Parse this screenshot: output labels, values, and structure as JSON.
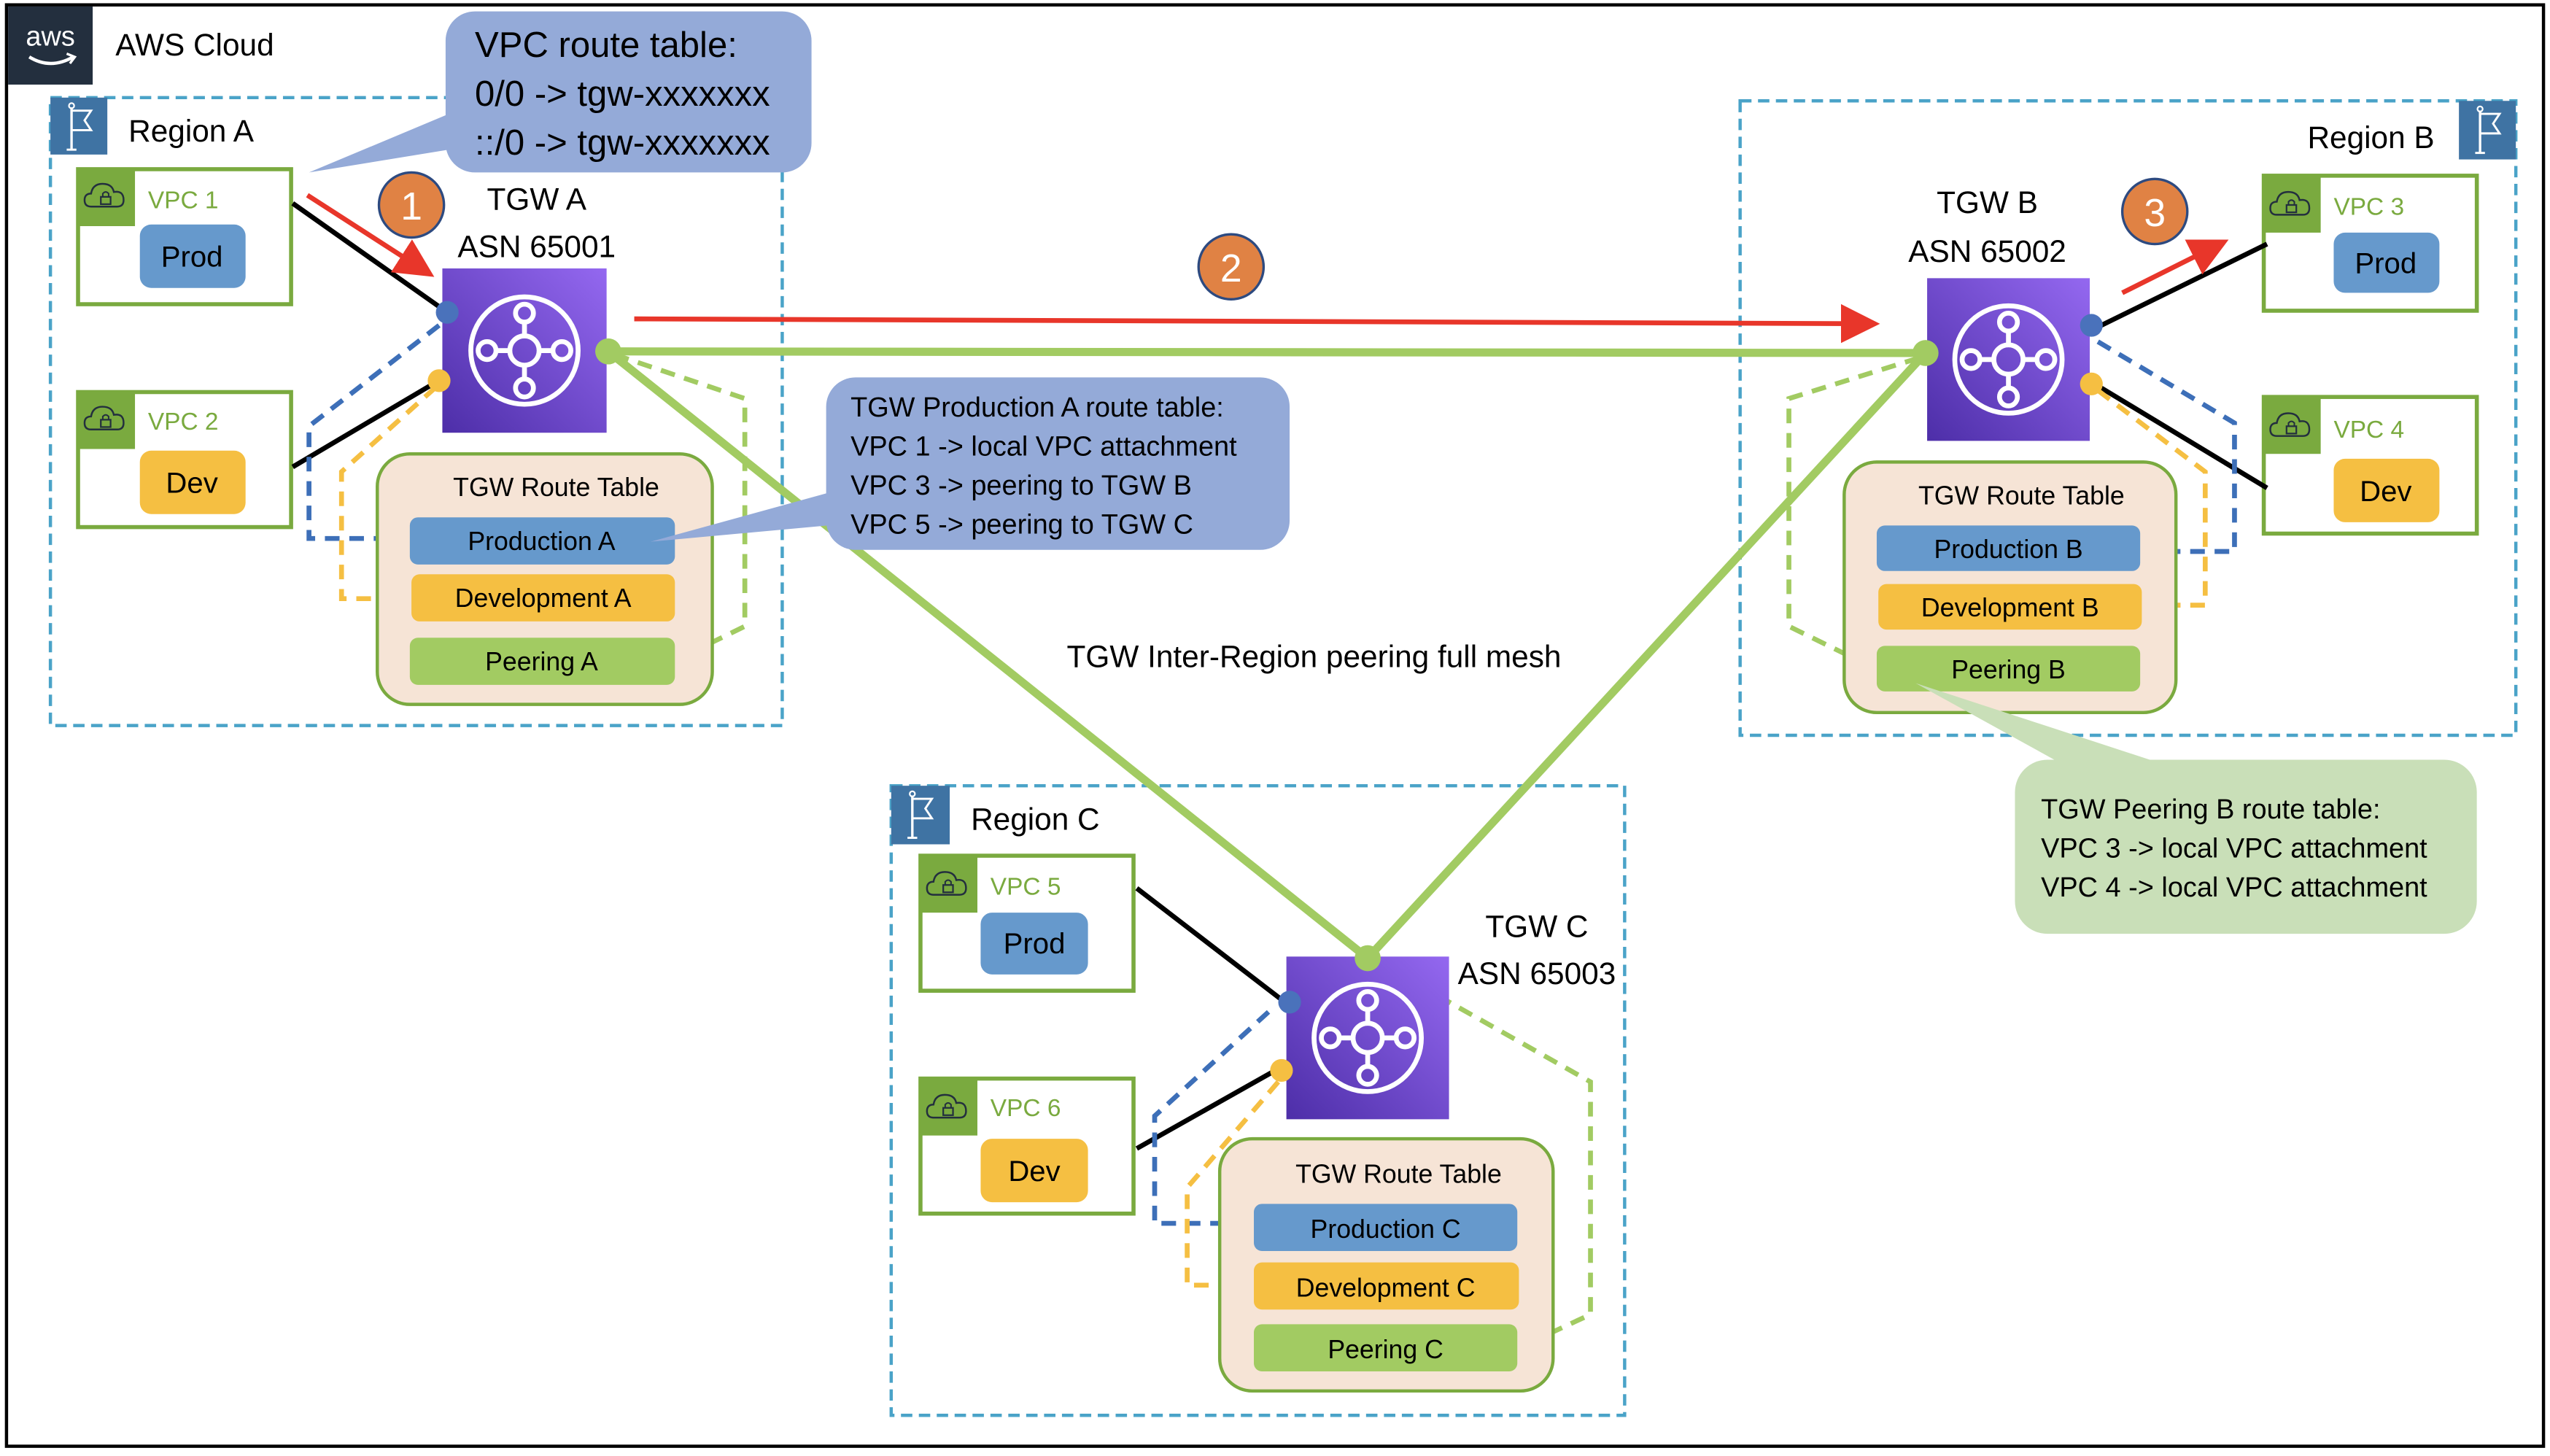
{
  "header": {
    "logo_text": "aws",
    "title": "AWS Cloud"
  },
  "colors": {
    "region_border": "#4aa3c8",
    "region_flag_bg": "#3f73a3",
    "vpc_border": "#7aaa3f",
    "prod": "#6699cc",
    "dev": "#f5bf42",
    "peering": "#a2cb62",
    "route_table_bg": "#f6e4d6",
    "tgw_purple": "#6a45c8",
    "red_arrow": "#e8362a",
    "badge_orange": "#e08244",
    "callout_blue": "#94aad8",
    "callout_green": "#c9dfb8"
  },
  "regions": [
    {
      "label": "Region A",
      "tgw": {
        "name": "TGW A",
        "asn": "ASN 65001"
      },
      "vpcs": [
        {
          "label": "VPC 1",
          "env": "Prod"
        },
        {
          "label": "VPC 2",
          "env": "Dev"
        }
      ],
      "route_table": {
        "title": "TGW Route Table",
        "entries": [
          "Production A",
          "Development A",
          "Peering A"
        ]
      }
    },
    {
      "label": "Region B",
      "tgw": {
        "name": "TGW B",
        "asn": "ASN 65002"
      },
      "vpcs": [
        {
          "label": "VPC 3",
          "env": "Prod"
        },
        {
          "label": "VPC 4",
          "env": "Dev"
        }
      ],
      "route_table": {
        "title": "TGW Route Table",
        "entries": [
          "Production B",
          "Development B",
          "Peering B"
        ]
      }
    },
    {
      "label": "Region C",
      "tgw": {
        "name": "TGW C",
        "asn": "ASN 65003"
      },
      "vpcs": [
        {
          "label": "VPC 5",
          "env": "Prod"
        },
        {
          "label": "VPC 6",
          "env": "Dev"
        }
      ],
      "route_table": {
        "title": "TGW Route Table",
        "entries": [
          "Production C",
          "Development C",
          "Peering C"
        ]
      }
    }
  ],
  "steps": [
    "1",
    "2",
    "3"
  ],
  "mesh_label": "TGW Inter-Region peering full mesh",
  "callouts": {
    "vpc_route_table": [
      "VPC route table:",
      "0/0 -> tgw-xxxxxxx",
      "::/0 -> tgw-xxxxxxx"
    ],
    "production_a": [
      "TGW Production A route table:",
      "VPC 1 -> local VPC attachment",
      "VPC 3 -> peering to TGW B",
      "VPC 5 -> peering to TGW C"
    ],
    "peering_b": [
      "TGW Peering B route table:",
      "VPC 3 -> local VPC attachment",
      "VPC 4 -> local VPC attachment"
    ]
  }
}
